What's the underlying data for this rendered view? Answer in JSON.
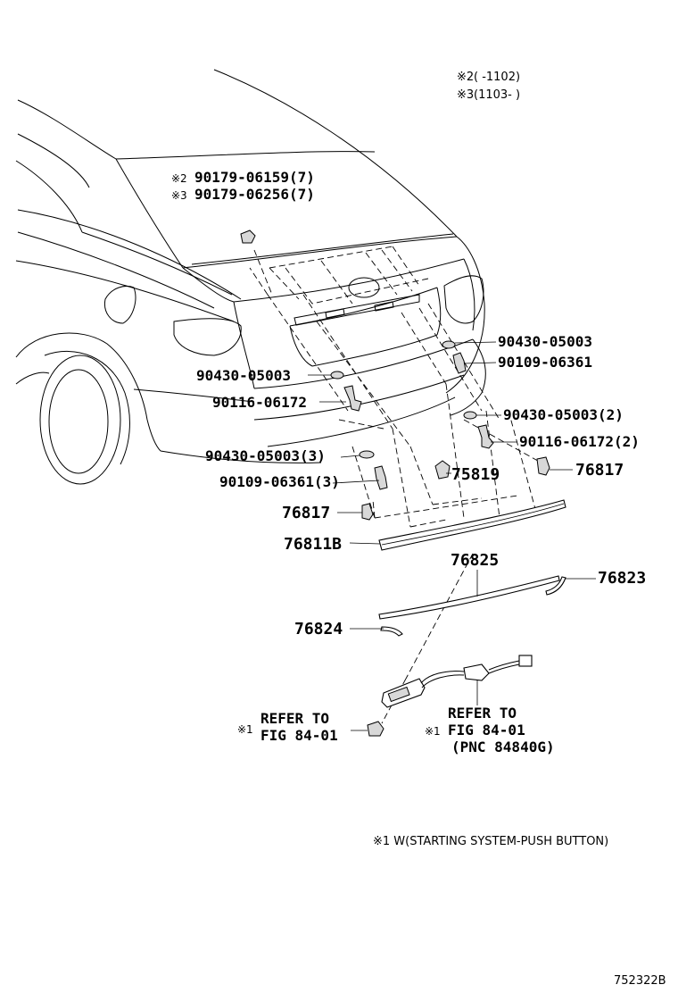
{
  "notes": {
    "applicability": [
      {
        "mark": "※2",
        "text": "(      -1102)"
      },
      {
        "mark": "※3",
        "text": "(1103-      )"
      }
    ],
    "footnote": "※1 W(STARTING SYSTEM-PUSH BUTTON)",
    "figure_id": "752322B"
  },
  "callouts": {
    "clip_top_2": {
      "mark": "※2",
      "code": "90179-06159(7)"
    },
    "clip_top_3": {
      "mark": "※3",
      "code": "90179-06256(7)"
    },
    "washer_right_1": "90430-05003",
    "screw_right_1": "90109-06361",
    "washer_left_1": "90430-05003",
    "bolt_left": "90116-06172",
    "washer_right_2": "90430-05003(2)",
    "bolt_right": "90116-06172(2)",
    "washer_left_3": "90430-05003(3)",
    "screw_left_3": "90109-06361(3)",
    "clip_center": "75819",
    "bracket_right": "76817",
    "bracket_left": "76817",
    "garnish": "76811B",
    "seal": "76825",
    "seal_right": "76823",
    "seal_left": "76824",
    "refer_left": {
      "mark": "※1",
      "line1": "REFER TO",
      "line2": "FIG 84-01"
    },
    "refer_right": {
      "mark": "※1",
      "line1": "REFER TO",
      "line2": "FIG 84-01",
      "line3": "(PNC 84840G)"
    }
  }
}
